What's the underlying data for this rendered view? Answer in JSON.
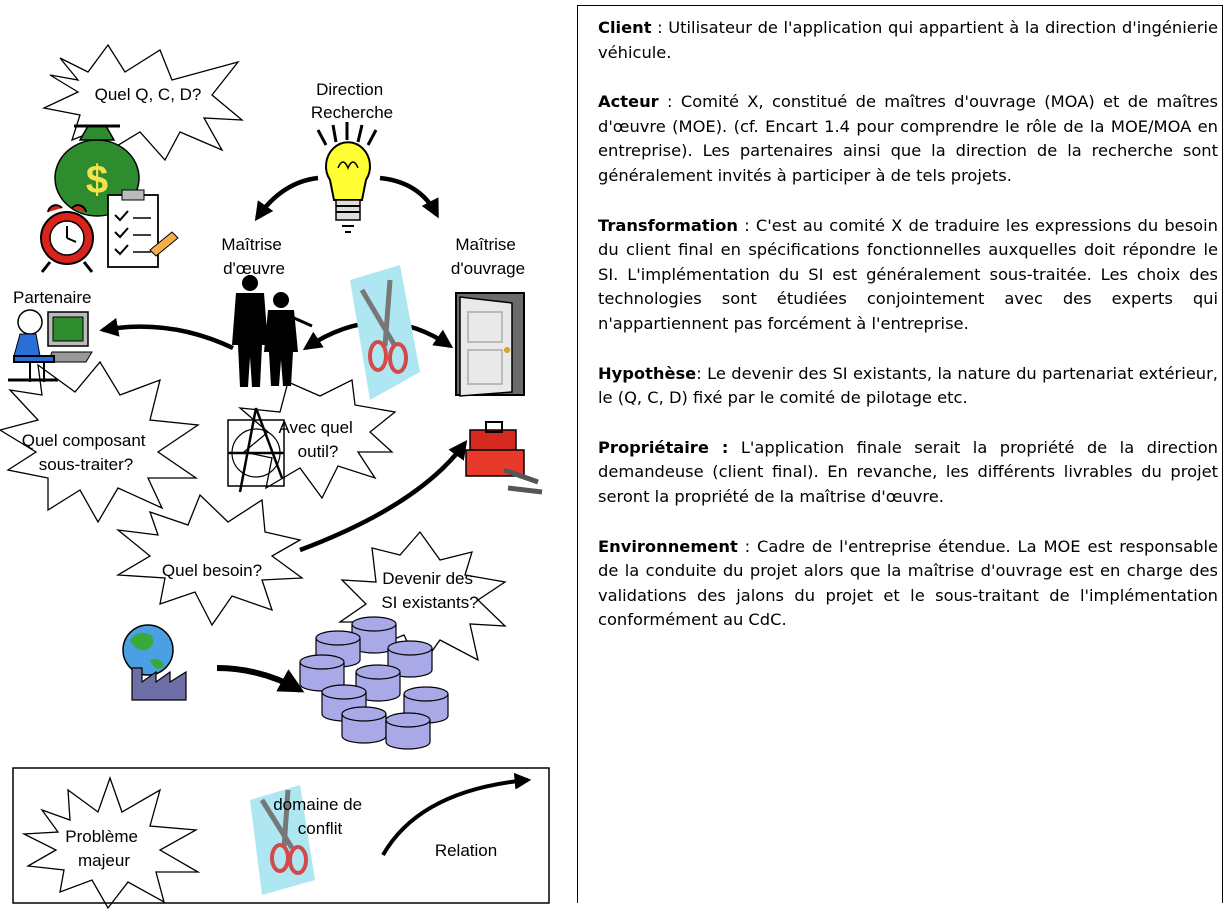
{
  "diagram": {
    "labels": {
      "direction_recherche": [
        "Direction",
        "Recherche"
      ],
      "maitrise_oeuvre": [
        "Maîtrise",
        "d'œuvre"
      ],
      "maitrise_ouvrage": [
        "Maîtrise",
        "d'ouvrage"
      ],
      "partenaire": "Partenaire",
      "quel_qcd": "Quel Q, C, D?",
      "quel_composant": [
        "Quel composant",
        "sous-traiter?"
      ],
      "avec_quel_outil": [
        "Avec quel",
        "outil?"
      ],
      "quel_besoin": "Quel besoin?",
      "devenir_si": [
        "Devenir des",
        "SI existants?"
      ]
    },
    "legend": {
      "probleme_majeur": [
        "Problème",
        "majeur"
      ],
      "domaine_conflit": [
        "domaine de",
        "conflit"
      ],
      "relation": "Relation"
    },
    "icons": [
      "money-bag-icon",
      "alarm-clock-icon",
      "clipboard-icon",
      "lightbulb-icon",
      "people-icon",
      "computer-user-icon",
      "scissors-icon",
      "door-icon",
      "compass-icon",
      "toolbox-icon",
      "earth-factory-icon",
      "database-icon"
    ],
    "colors": {
      "money": "#2e8b2e",
      "bulb": "#ffff33",
      "scissors_bg": "#aee6f2",
      "toolbox": "#d62a1e",
      "door": "#7a7a7a",
      "database": "#a9a9e8"
    }
  },
  "definitions": [
    {
      "term": "Client",
      "sep": " : ",
      "text": "Utilisateur de l'application qui appartient à la direction d'ingénierie véhicule."
    },
    {
      "term": "Acteur",
      "sep": " : ",
      "text": "Comité X, constitué de maîtres d'ouvrage (MOA) et de maîtres d'œuvre (MOE). (cf. Encart 1.4 pour comprendre le rôle de la MOE/MOA en entreprise). Les partenaires ainsi que la direction de la recherche sont généralement invités à participer à de tels projets."
    },
    {
      "term": "Transformation",
      "sep": " : ",
      "text": "C'est au comité X de traduire les expressions du besoin du client final en spécifications fonctionnelles auxquelles doit répondre le SI. L'implémentation du SI est généralement sous-traitée. Les choix des technologies sont étudiées conjointement avec des experts qui n'appartiennent pas forcément à l'entreprise."
    },
    {
      "term": "Hypothèse",
      "sep": ": ",
      "text": "Le devenir des SI existants, la nature du partenariat extérieur, le (Q, C, D) fixé par le comité de pilotage etc."
    },
    {
      "term": "Propriétaire :",
      "sep": " ",
      "text": "L'application finale serait la propriété de la direction demandeuse (client final). En revanche, les différents livrables du projet seront la propriété de la maîtrise d'œuvre."
    },
    {
      "term": "Environnement",
      "sep": " : ",
      "text": "Cadre de l'entreprise étendue. La MOE est responsable de la conduite du projet alors que la maîtrise d'ouvrage est en charge des validations des jalons du projet et le sous-traitant de l'implémentation conformément au CdC."
    }
  ]
}
